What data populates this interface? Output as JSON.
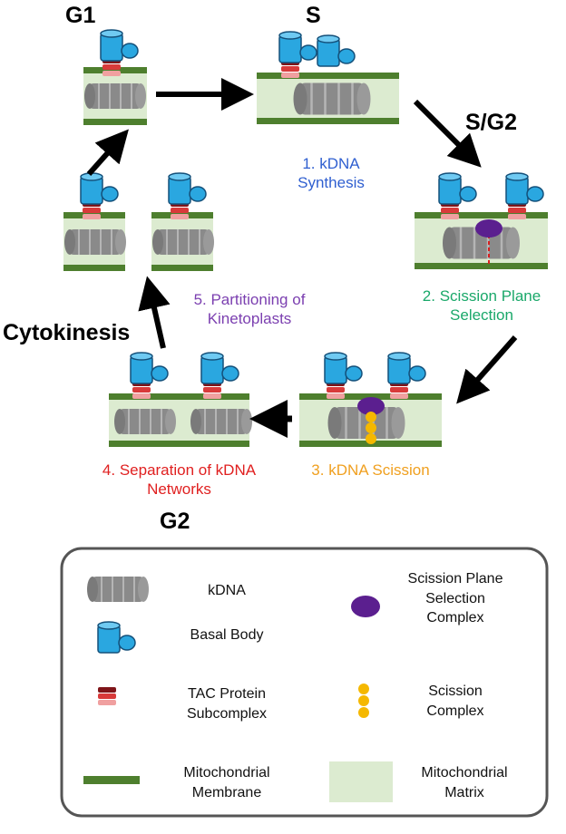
{
  "phases": {
    "g1": "G1",
    "s": "S",
    "s_g2": "S/G2",
    "cytokinesis": "Cytokinesis",
    "g2": "G2"
  },
  "steps": {
    "step1_line1": "1. kDNA",
    "step1_line2": "Synthesis",
    "step2_line1": "2. Scission Plane",
    "step2_line2": "Selection",
    "step3": "3. kDNA Scission",
    "step4_line1": "4. Separation of kDNA",
    "step4_line2": "Networks",
    "step5_line1": "5. Partitioning of",
    "step5_line2": "Kinetoplasts"
  },
  "legend": {
    "kdna": "kDNA",
    "basal_body": "Basal Body",
    "tac_line1": "TAC Protein",
    "tac_line2": "Subcomplex",
    "membrane_line1": "Mitochondrial",
    "membrane_line2": "Membrane",
    "spsc_line1": "Scission Plane",
    "spsc_line2": "Selection",
    "spsc_line3": "Complex",
    "scission_line1": "Scission",
    "scission_line2": "Complex",
    "matrix_line1": "Mitochondrial",
    "matrix_line2": "Matrix"
  },
  "colors": {
    "step1": "#2f5fd0",
    "step2": "#1aa86a",
    "step3": "#f0a020",
    "step4": "#e02020",
    "step5": "#7b3fb0",
    "membrane": "#4e7f2e",
    "matrix": "#dcebd0",
    "basal_body": "#2aa7e0",
    "tac": "#c0262c",
    "spsc": "#5b1f8f",
    "scission": "#f5b800",
    "kdna": "#8a8a8a"
  }
}
